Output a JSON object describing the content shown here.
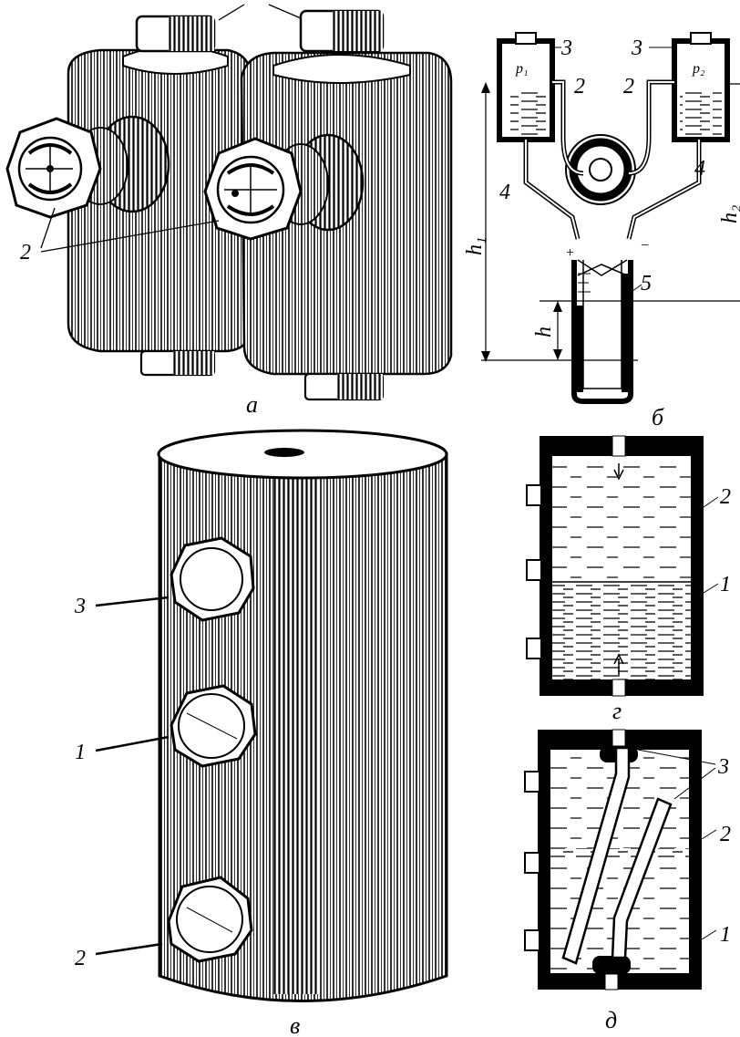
{
  "captions": {
    "a": "а",
    "b": "б",
    "v": "в",
    "g": "г",
    "d": "д"
  },
  "panel_a": {
    "label_2": "2"
  },
  "panel_b": {
    "label_3_left": "3",
    "label_3_right": "3",
    "label_2_left": "2",
    "label_2_right": "2",
    "label_4_left": "4",
    "label_4_right": "4",
    "label_5": "5",
    "p1": "p₁",
    "p2": "p₂",
    "plus": "+",
    "minus": "−",
    "h1": "h₁",
    "h2": "h₂",
    "h": "h"
  },
  "panel_v": {
    "label_3": "3",
    "label_1": "1",
    "label_2": "2"
  },
  "panel_g": {
    "label_2": "2",
    "label_1": "1"
  },
  "panel_d": {
    "label_3": "3",
    "label_2": "2",
    "label_1": "1"
  }
}
